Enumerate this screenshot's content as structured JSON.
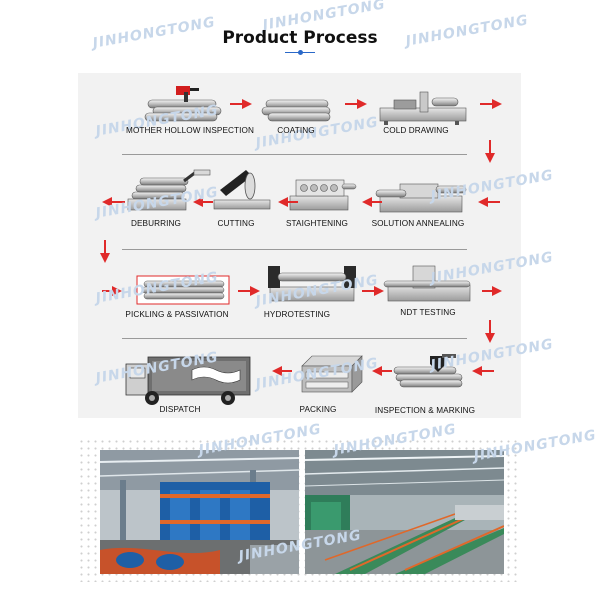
{
  "title": "Product Process",
  "watermark": "JINHONGTONG",
  "colors": {
    "accent": "#e02a2a",
    "title_rule": "#2a68c8",
    "panel": "#f2f2f2"
  },
  "steps": [
    {
      "label": "MOTHER HOLLOW INSPECTION"
    },
    {
      "label": "COATING"
    },
    {
      "label": "COLD DRAWING"
    },
    {
      "label": "SOLUTION ANNEALING"
    },
    {
      "label": "STAIGHTENING"
    },
    {
      "label": "CUTTING"
    },
    {
      "label": "DEBURRING"
    },
    {
      "label": "PICKLING & PASSIVATION"
    },
    {
      "label": "HYDROTESTING"
    },
    {
      "label": "NDT TESTING"
    },
    {
      "label": "INSPECTION & MARKING"
    },
    {
      "label": "PACKING"
    },
    {
      "label": "DISPATCH"
    }
  ],
  "photos": [
    {
      "icon": "factory-photo-steel-frame"
    },
    {
      "icon": "factory-photo-roller-line"
    }
  ]
}
